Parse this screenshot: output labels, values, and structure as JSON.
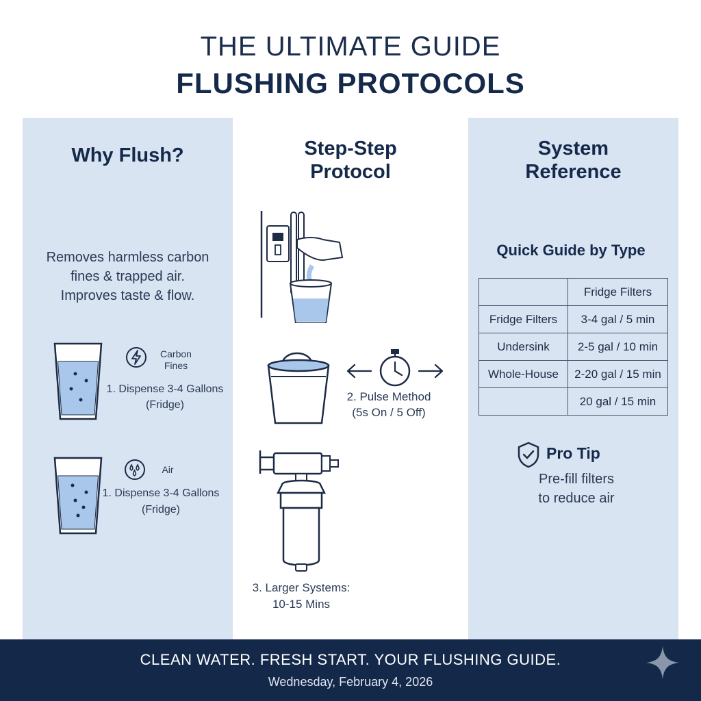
{
  "header": {
    "title_line1": "THE ULTIMATE GUIDE",
    "title_line2": "FLUSHING PROTOCOLS"
  },
  "why": {
    "heading": "Why Flush?",
    "desc_line1": "Removes harmless carbon",
    "desc_line2": "fines & trapped air.",
    "desc_line3": "Improves taste & flow.",
    "item1": {
      "icon": "lightning-icon",
      "label_line1": "Carbon",
      "label_line2": "Fines",
      "step_line1": "1. Dispense 3-4 Gallons",
      "step_line2": "(Fridge)"
    },
    "item2": {
      "icon": "air-bubbles-icon",
      "label": "Air",
      "step_line1": "1. Dispense 3-4 Gallons",
      "step_line2": "(Fridge)"
    }
  },
  "steps": {
    "heading_line1": "Step-Step",
    "heading_line2": "Protocol",
    "step2_line1": "2. Pulse Method",
    "step2_line2": "(5s On / 5 Off)",
    "step3_line1": "3. Larger Systems:",
    "step3_line2": "10-15 Mins"
  },
  "reference": {
    "heading_line1": "System",
    "heading_line2": "Reference",
    "subheading": "Quick Guide by Type",
    "table": {
      "header": [
        "",
        "Fridge Filters"
      ],
      "rows": [
        [
          "Fridge Filters",
          "3-4 gal / 5 min"
        ],
        [
          "Undersink",
          "2-5 gal / 10 min"
        ],
        [
          "Whole-House",
          "2-20 gal / 15 min"
        ],
        [
          "",
          "20 gal / 15 min"
        ]
      ]
    },
    "pro_tip_label": "Pro Tip",
    "pro_tip_line1": "Pre-fill filters",
    "pro_tip_line2": "to reduce air"
  },
  "footer": {
    "tagline": "CLEAN WATER. FRESH START. YOUR FLUSHING GUIDE.",
    "date": "Wednesday, February 4, 2026"
  },
  "colors": {
    "navy": "#14294a",
    "panel": "#d8e4f2",
    "water": "#a9c7ea"
  }
}
